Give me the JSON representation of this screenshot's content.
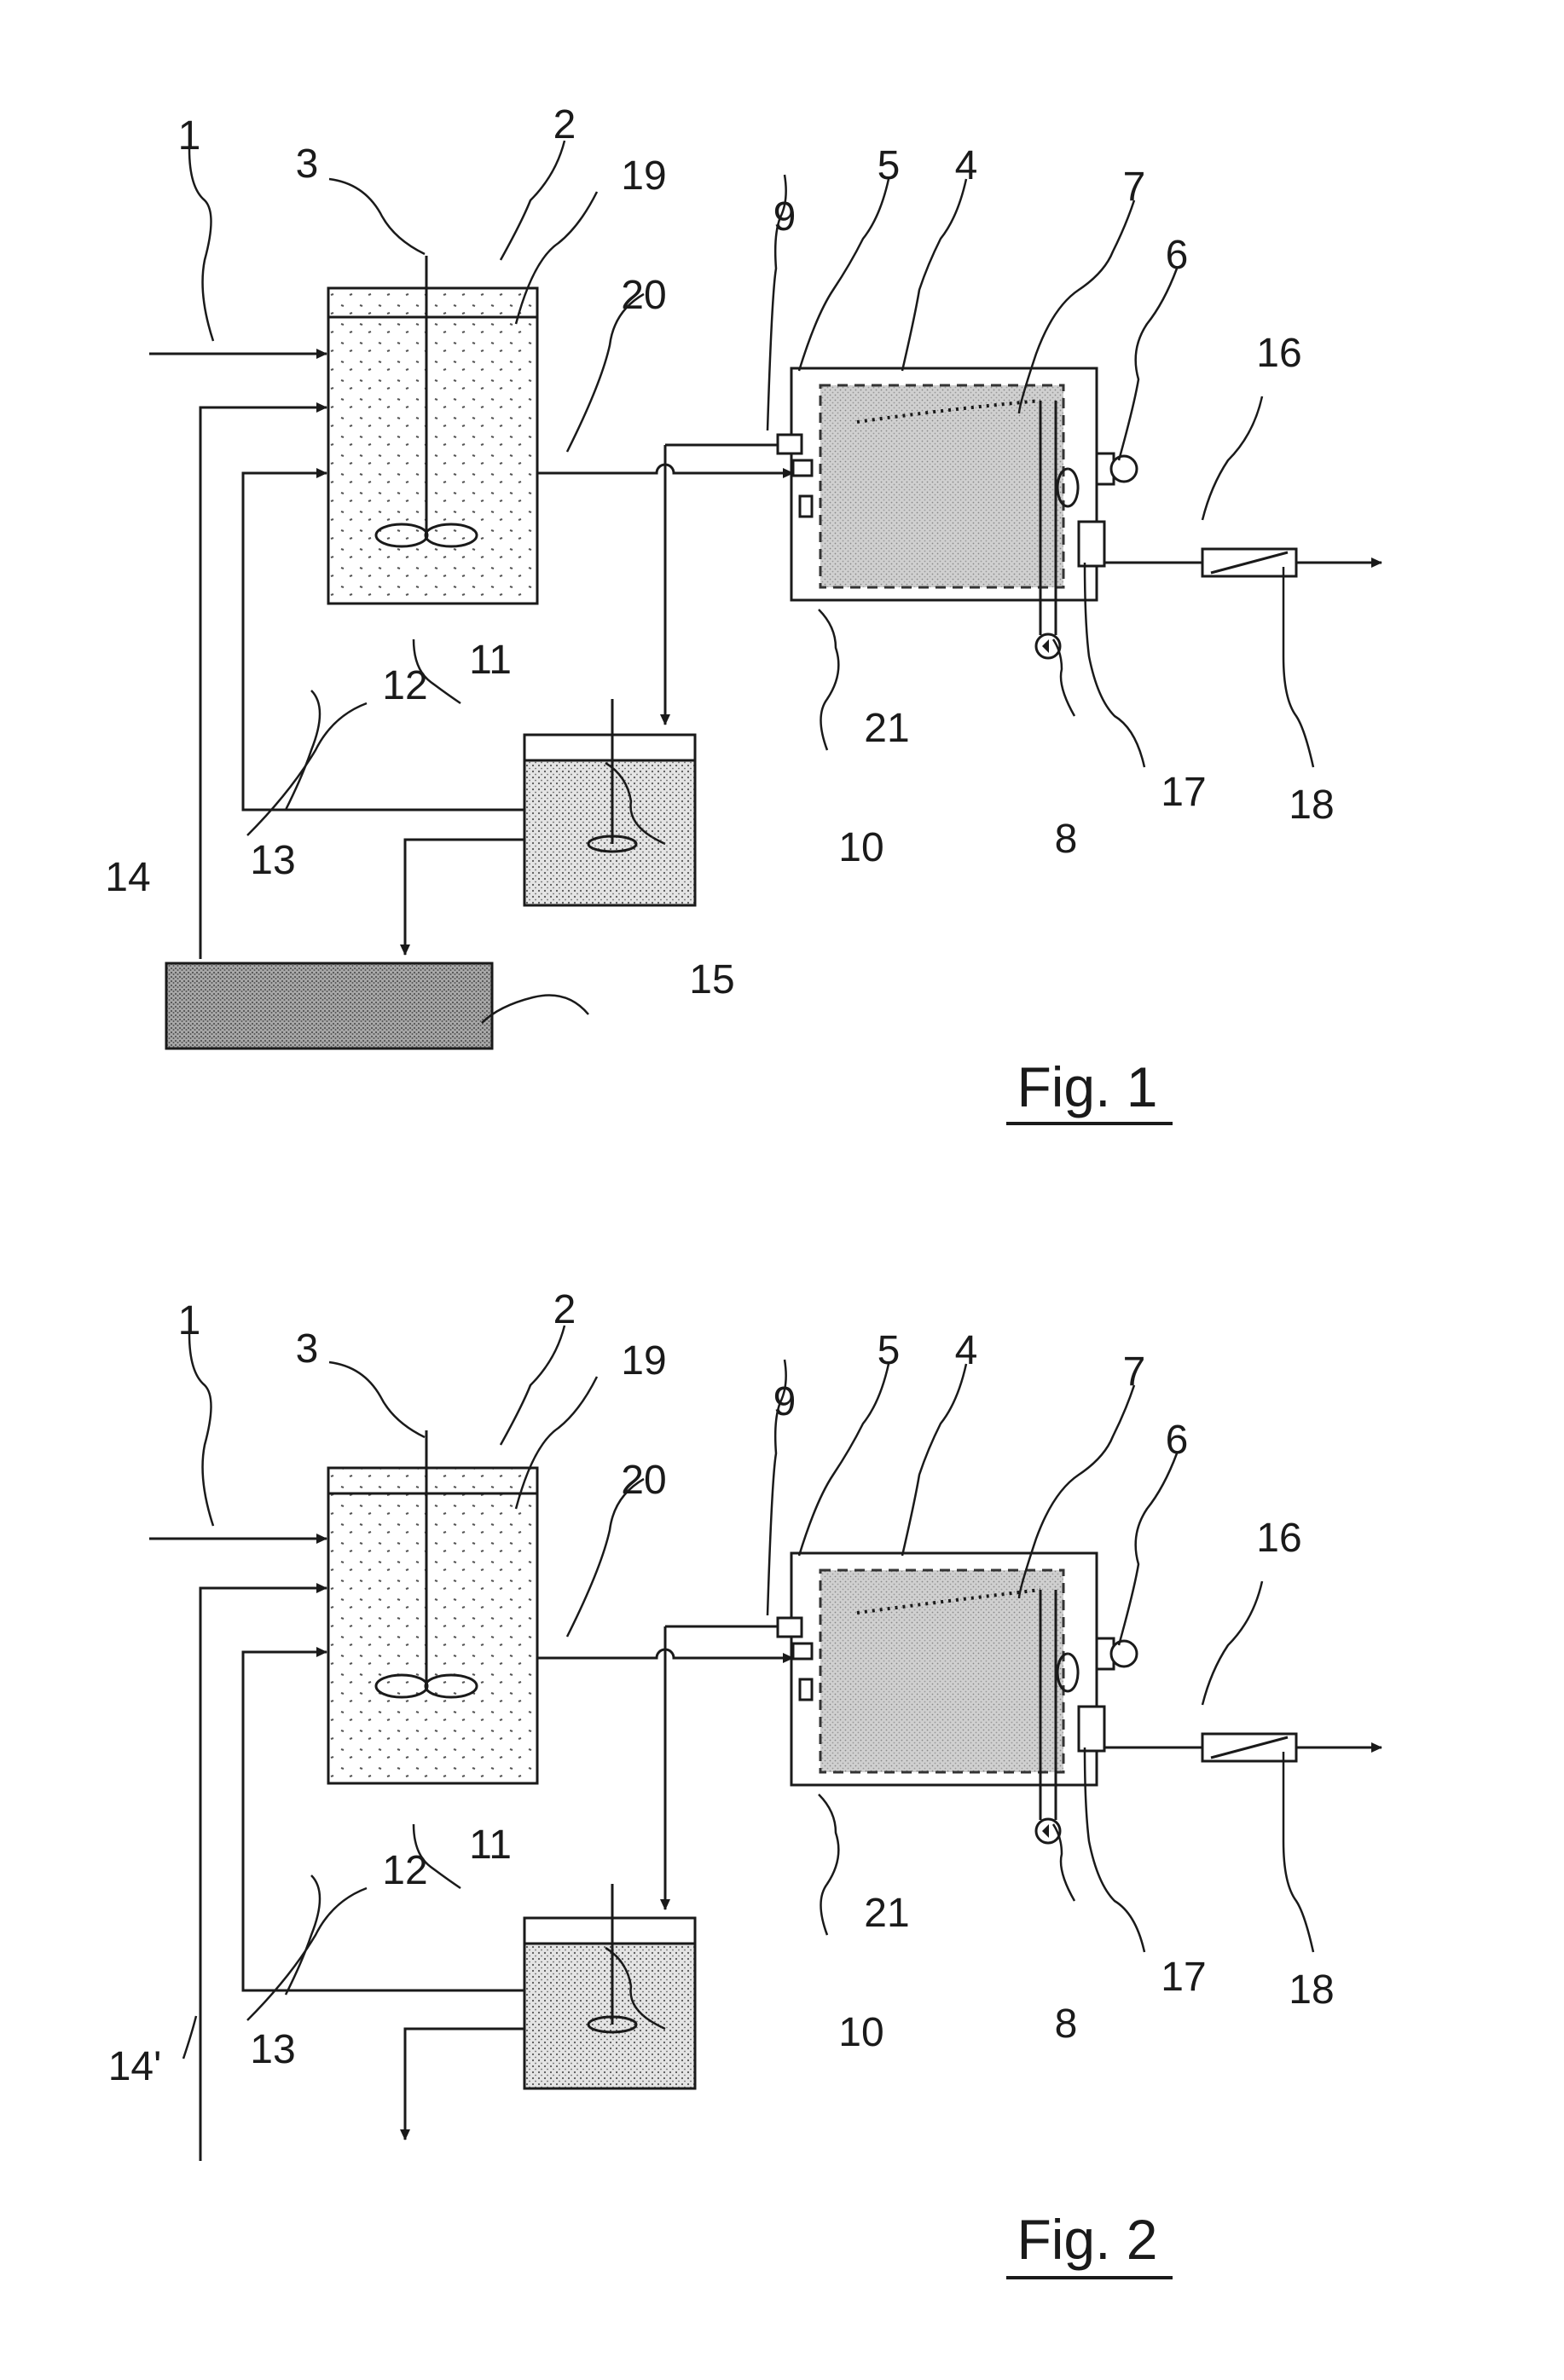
{
  "figures": [
    {
      "caption": "Fig. 1",
      "labels": {
        "l1": "1",
        "l2": "2",
        "l3": "3",
        "l4": "4",
        "l5": "5",
        "l6": "6",
        "l7": "7",
        "l8": "8",
        "l9": "9",
        "l10": "10",
        "l11": "11",
        "l12": "12",
        "l13": "13",
        "l14": "14",
        "l15": "15",
        "l16": "16",
        "l17": "17",
        "l18": "18",
        "l19": "19",
        "l20": "20",
        "l21": "21"
      }
    },
    {
      "caption": "Fig. 2",
      "labels": {
        "l1": "1",
        "l2": "2",
        "l3": "3",
        "l4": "4",
        "l5": "5",
        "l6": "6",
        "l7": "7",
        "l8": "8",
        "l9": "9",
        "l10": "10",
        "l11": "11",
        "l12": "12",
        "l13": "13",
        "l14": "14'",
        "l16": "16",
        "l17": "17",
        "l18": "18",
        "l19": "19",
        "l20": "20",
        "l21": "21"
      }
    }
  ],
  "colors": {
    "ink": "#1a1a1a",
    "stipple": "#c9c9c9",
    "dense_stipple": "#8e8e8e",
    "paper": "#ffffff"
  }
}
